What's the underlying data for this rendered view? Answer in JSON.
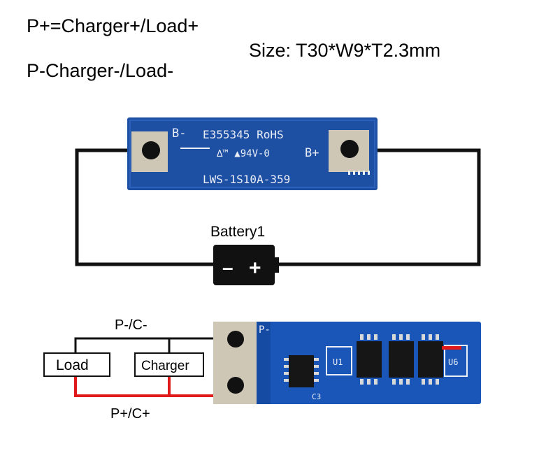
{
  "header": {
    "p_plus": "P+=Charger+/Load+",
    "p_minus": "P-Charger-/Load-",
    "size": "Size: T30*W9*T2.3mm"
  },
  "top_board": {
    "pad_b_minus": "B-",
    "pad_b_plus": "B+",
    "line1": "E355345 RoHS",
    "line2": "∆™ ▲94V-0",
    "line3": "LWS-1S10A-359",
    "color": "#1d4fa3"
  },
  "battery": {
    "label": "Battery1",
    "minus": "–",
    "plus": "+"
  },
  "bottom": {
    "label_top": "P-/C-",
    "label_bottom": "P+/C+",
    "load": "Load",
    "charger": "Charger",
    "pad_p_minus": "P-",
    "chip_u1": "U1",
    "chip_u6": "U6",
    "chip_c3": "C3",
    "wire_pos_color": "#e0191b",
    "wire_neg_color": "#111111",
    "board_color": "#1a56b8"
  }
}
